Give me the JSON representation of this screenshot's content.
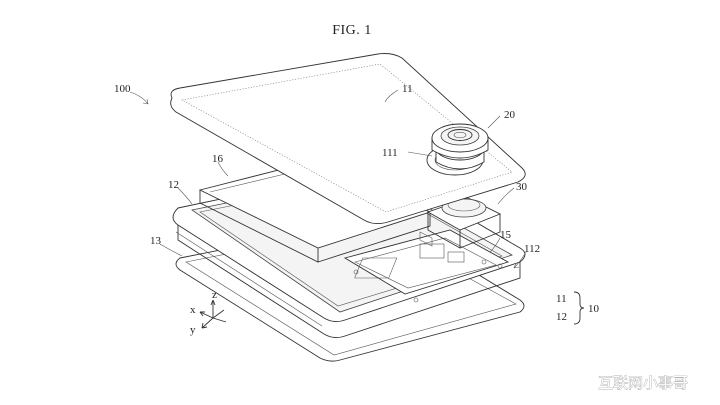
{
  "figure": {
    "title": "FIG. 1"
  },
  "labels": {
    "assembly": "100",
    "cover": "11",
    "camera": "20",
    "lens_hole": "111",
    "module": "30",
    "battery": "16",
    "frame": "12",
    "back_plate": "13",
    "board": "15",
    "board_ref": "112",
    "group_a": "11",
    "group_b": "12",
    "group_total": "10"
  },
  "axes": {
    "x": "x",
    "y": "y",
    "z": "z"
  },
  "watermark": "互联网小事哥"
}
